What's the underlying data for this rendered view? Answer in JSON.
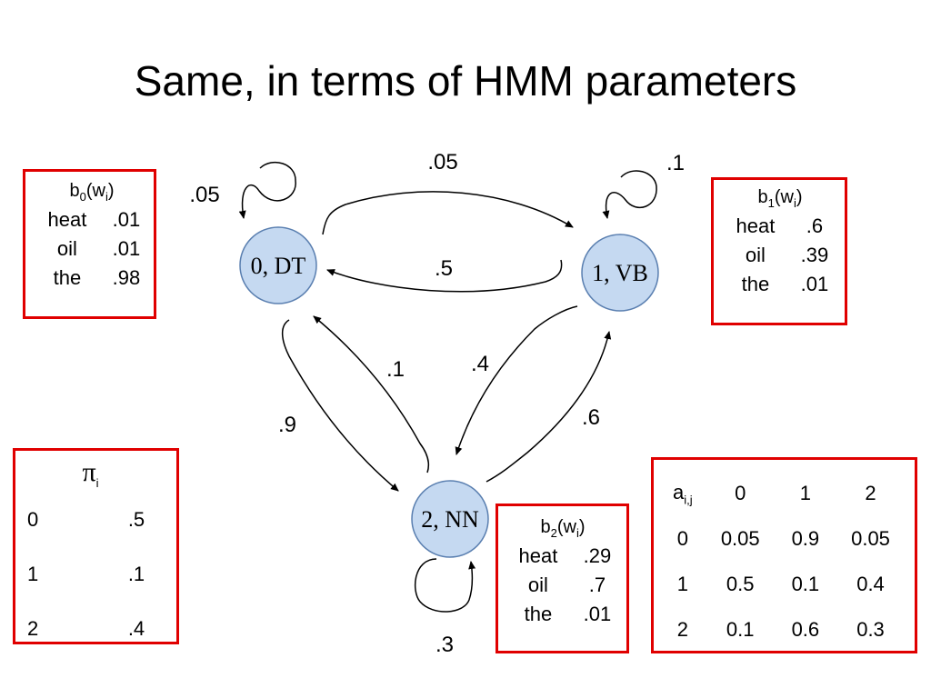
{
  "slide": {
    "title": "Same, in terms of HMM parameters"
  },
  "states": [
    {
      "id": "DT",
      "label": "0, DT"
    },
    {
      "id": "VB",
      "label": "1, VB"
    },
    {
      "id": "NN",
      "label": "2, NN"
    }
  ],
  "edges": {
    "dt_self": ".05",
    "vb_self": ".1",
    "nn_self": ".3",
    "dt_to_vb": ".05",
    "vb_to_dt": ".5",
    "dt_to_nn": ".9",
    "nn_to_dt": ".1",
    "vb_to_nn": ".4",
    "nn_to_vb": ".6"
  },
  "emission": {
    "b0": {
      "label_base": "b",
      "label_sub": "0",
      "label_arg": "(w",
      "label_arg_sub": "i",
      "label_close": ")",
      "rows": [
        {
          "word": "heat",
          "prob": ".01"
        },
        {
          "word": "oil",
          "prob": ".01"
        },
        {
          "word": "the",
          "prob": ".98"
        }
      ]
    },
    "b1": {
      "label_base": "b",
      "label_sub": "1",
      "label_arg": "(w",
      "label_arg_sub": "i",
      "label_close": ")",
      "rows": [
        {
          "word": "heat",
          "prob": ".6"
        },
        {
          "word": "oil",
          "prob": ".39"
        },
        {
          "word": "the",
          "prob": ".01"
        }
      ]
    },
    "b2": {
      "label_base": "b",
      "label_sub": "2",
      "label_arg": "(w",
      "label_arg_sub": "i",
      "label_close": ")",
      "rows": [
        {
          "word": "heat",
          "prob": ".29"
        },
        {
          "word": "oil",
          "prob": ".7"
        },
        {
          "word": "the",
          "prob": ".01"
        }
      ]
    }
  },
  "initial": {
    "symbol": "π",
    "symbol_sub": "i",
    "rows": [
      {
        "state": "0",
        "prob": ".5"
      },
      {
        "state": "1",
        "prob": ".1"
      },
      {
        "state": "2",
        "prob": ".4"
      }
    ]
  },
  "transition": {
    "symbol": "a",
    "symbol_sub": "i,j",
    "columns": [
      "0",
      "1",
      "2"
    ],
    "rows": [
      {
        "from": "0",
        "values": [
          "0.05",
          "0.9",
          "0.05"
        ]
      },
      {
        "from": "1",
        "values": [
          "0.5",
          "0.1",
          "0.4"
        ]
      },
      {
        "from": "2",
        "values": [
          "0.1",
          "0.6",
          "0.3"
        ]
      }
    ]
  },
  "colors": {
    "node_fill": "#c5d9f1",
    "node_stroke": "#5a7fb0",
    "box_border": "#e00000"
  }
}
